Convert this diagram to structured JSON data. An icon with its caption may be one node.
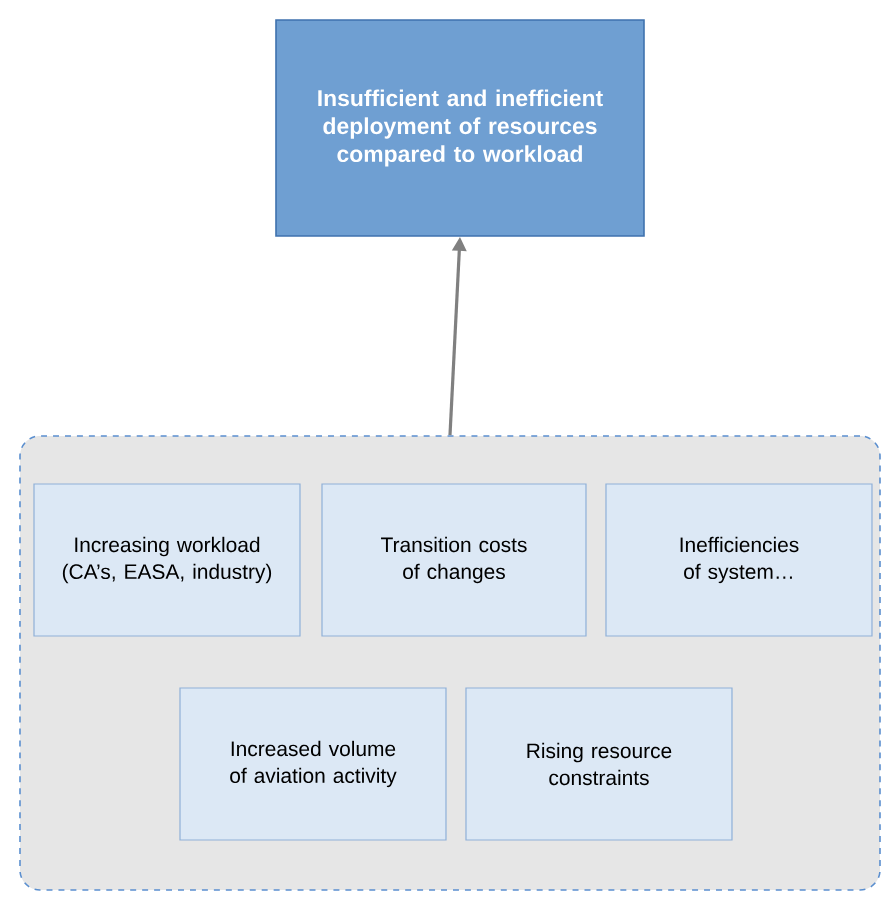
{
  "diagram": {
    "nodes": [
      {
        "text": [
          "Insufficient and inefficient deployment of resources compared to workload"
        ]
      },
      {
        "text": [],
        "shape": "box"
      },
      {
        "text": [
          "Increasing workload (CA’s, EASA, industry)"
        ],
        "in": 1
      },
      {
        "text": [
          "Transition costs of changes"
        ],
        "in": 1
      },
      {
        "text": [
          "Inefficiencies of system…"
        ],
        "in": 1
      },
      {
        "text": [
          "Increased volume of aviation activity"
        ],
        "in": 1
      },
      {
        "text": [
          "Rising resource constraints"
        ],
        "in": 1
      }
    ],
    "edges": [
      {
        "from": 1,
        "to": 0,
        "arrow": "to"
      }
    ]
  }
}
